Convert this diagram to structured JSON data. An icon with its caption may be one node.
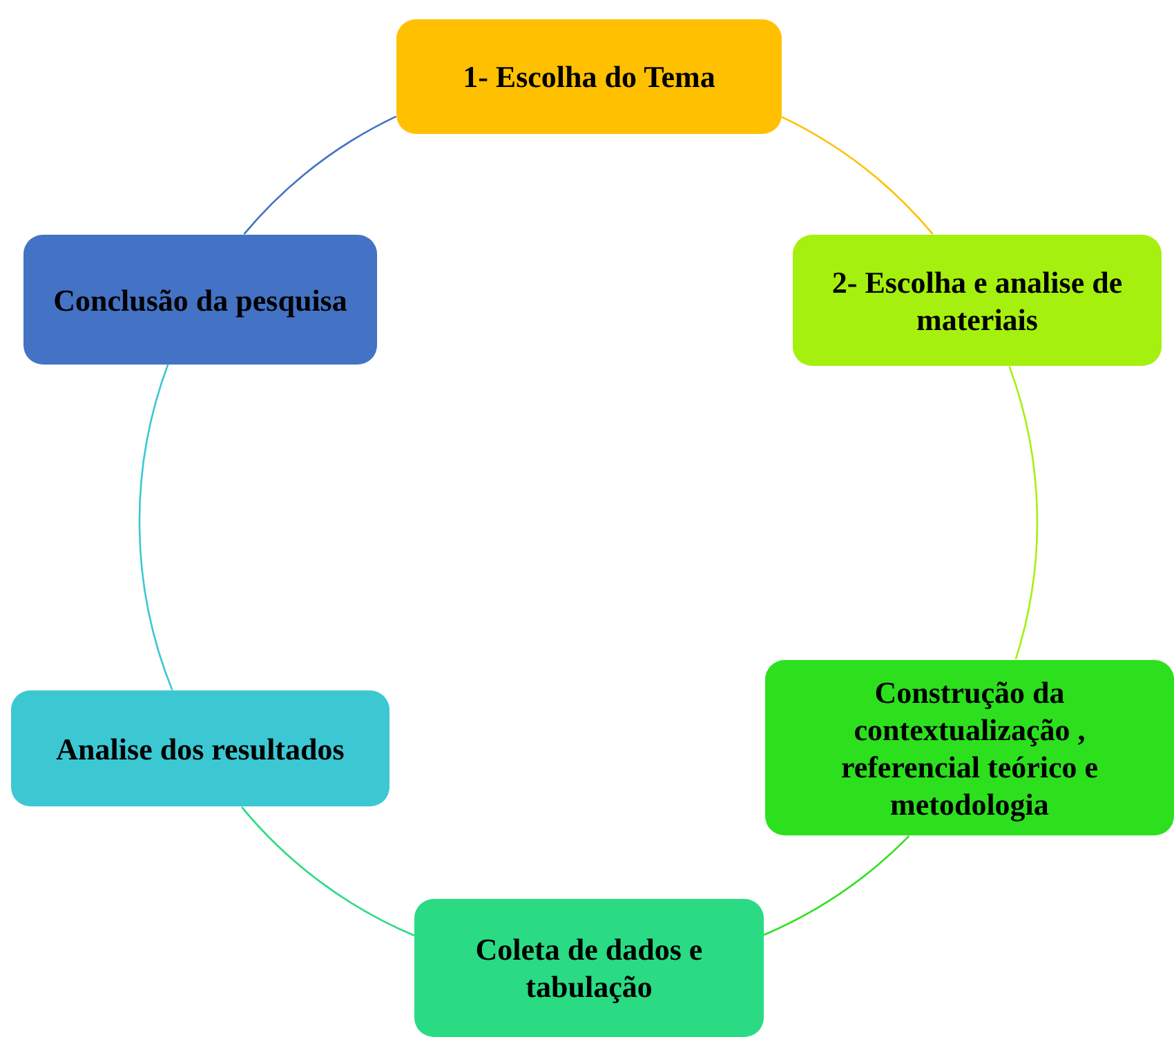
{
  "diagram": {
    "nodes": [
      {
        "text": [
          "1- Escolha do Tema"
        ]
      },
      {
        "text": [
          "2- Escolha e analise de materiais"
        ]
      },
      {
        "text": [
          "Construção da contextualização , referencial teórico e metodologia"
        ]
      },
      {
        "text": [
          "Coleta de dados e tabulação"
        ]
      },
      {
        "text": [
          "Analise dos resultados"
        ]
      },
      {
        "text": [
          "Conclusão da pesquisa"
        ]
      }
    ],
    "edges": [
      {
        "from": 0,
        "to": 1,
        "arrow": "none",
        "color": "#ffc000"
      },
      {
        "from": 1,
        "to": 2,
        "arrow": "none",
        "color": "#a5f00e"
      },
      {
        "from": 2,
        "to": 3,
        "arrow": "none",
        "color": "#2ce01e"
      },
      {
        "from": 3,
        "to": 4,
        "arrow": "none",
        "color": "#2adb84"
      },
      {
        "from": 4,
        "to": 5,
        "arrow": "none",
        "color": "#3bc8d3"
      },
      {
        "from": 5,
        "to": 0,
        "arrow": "none",
        "color": "#4472c4"
      }
    ]
  }
}
